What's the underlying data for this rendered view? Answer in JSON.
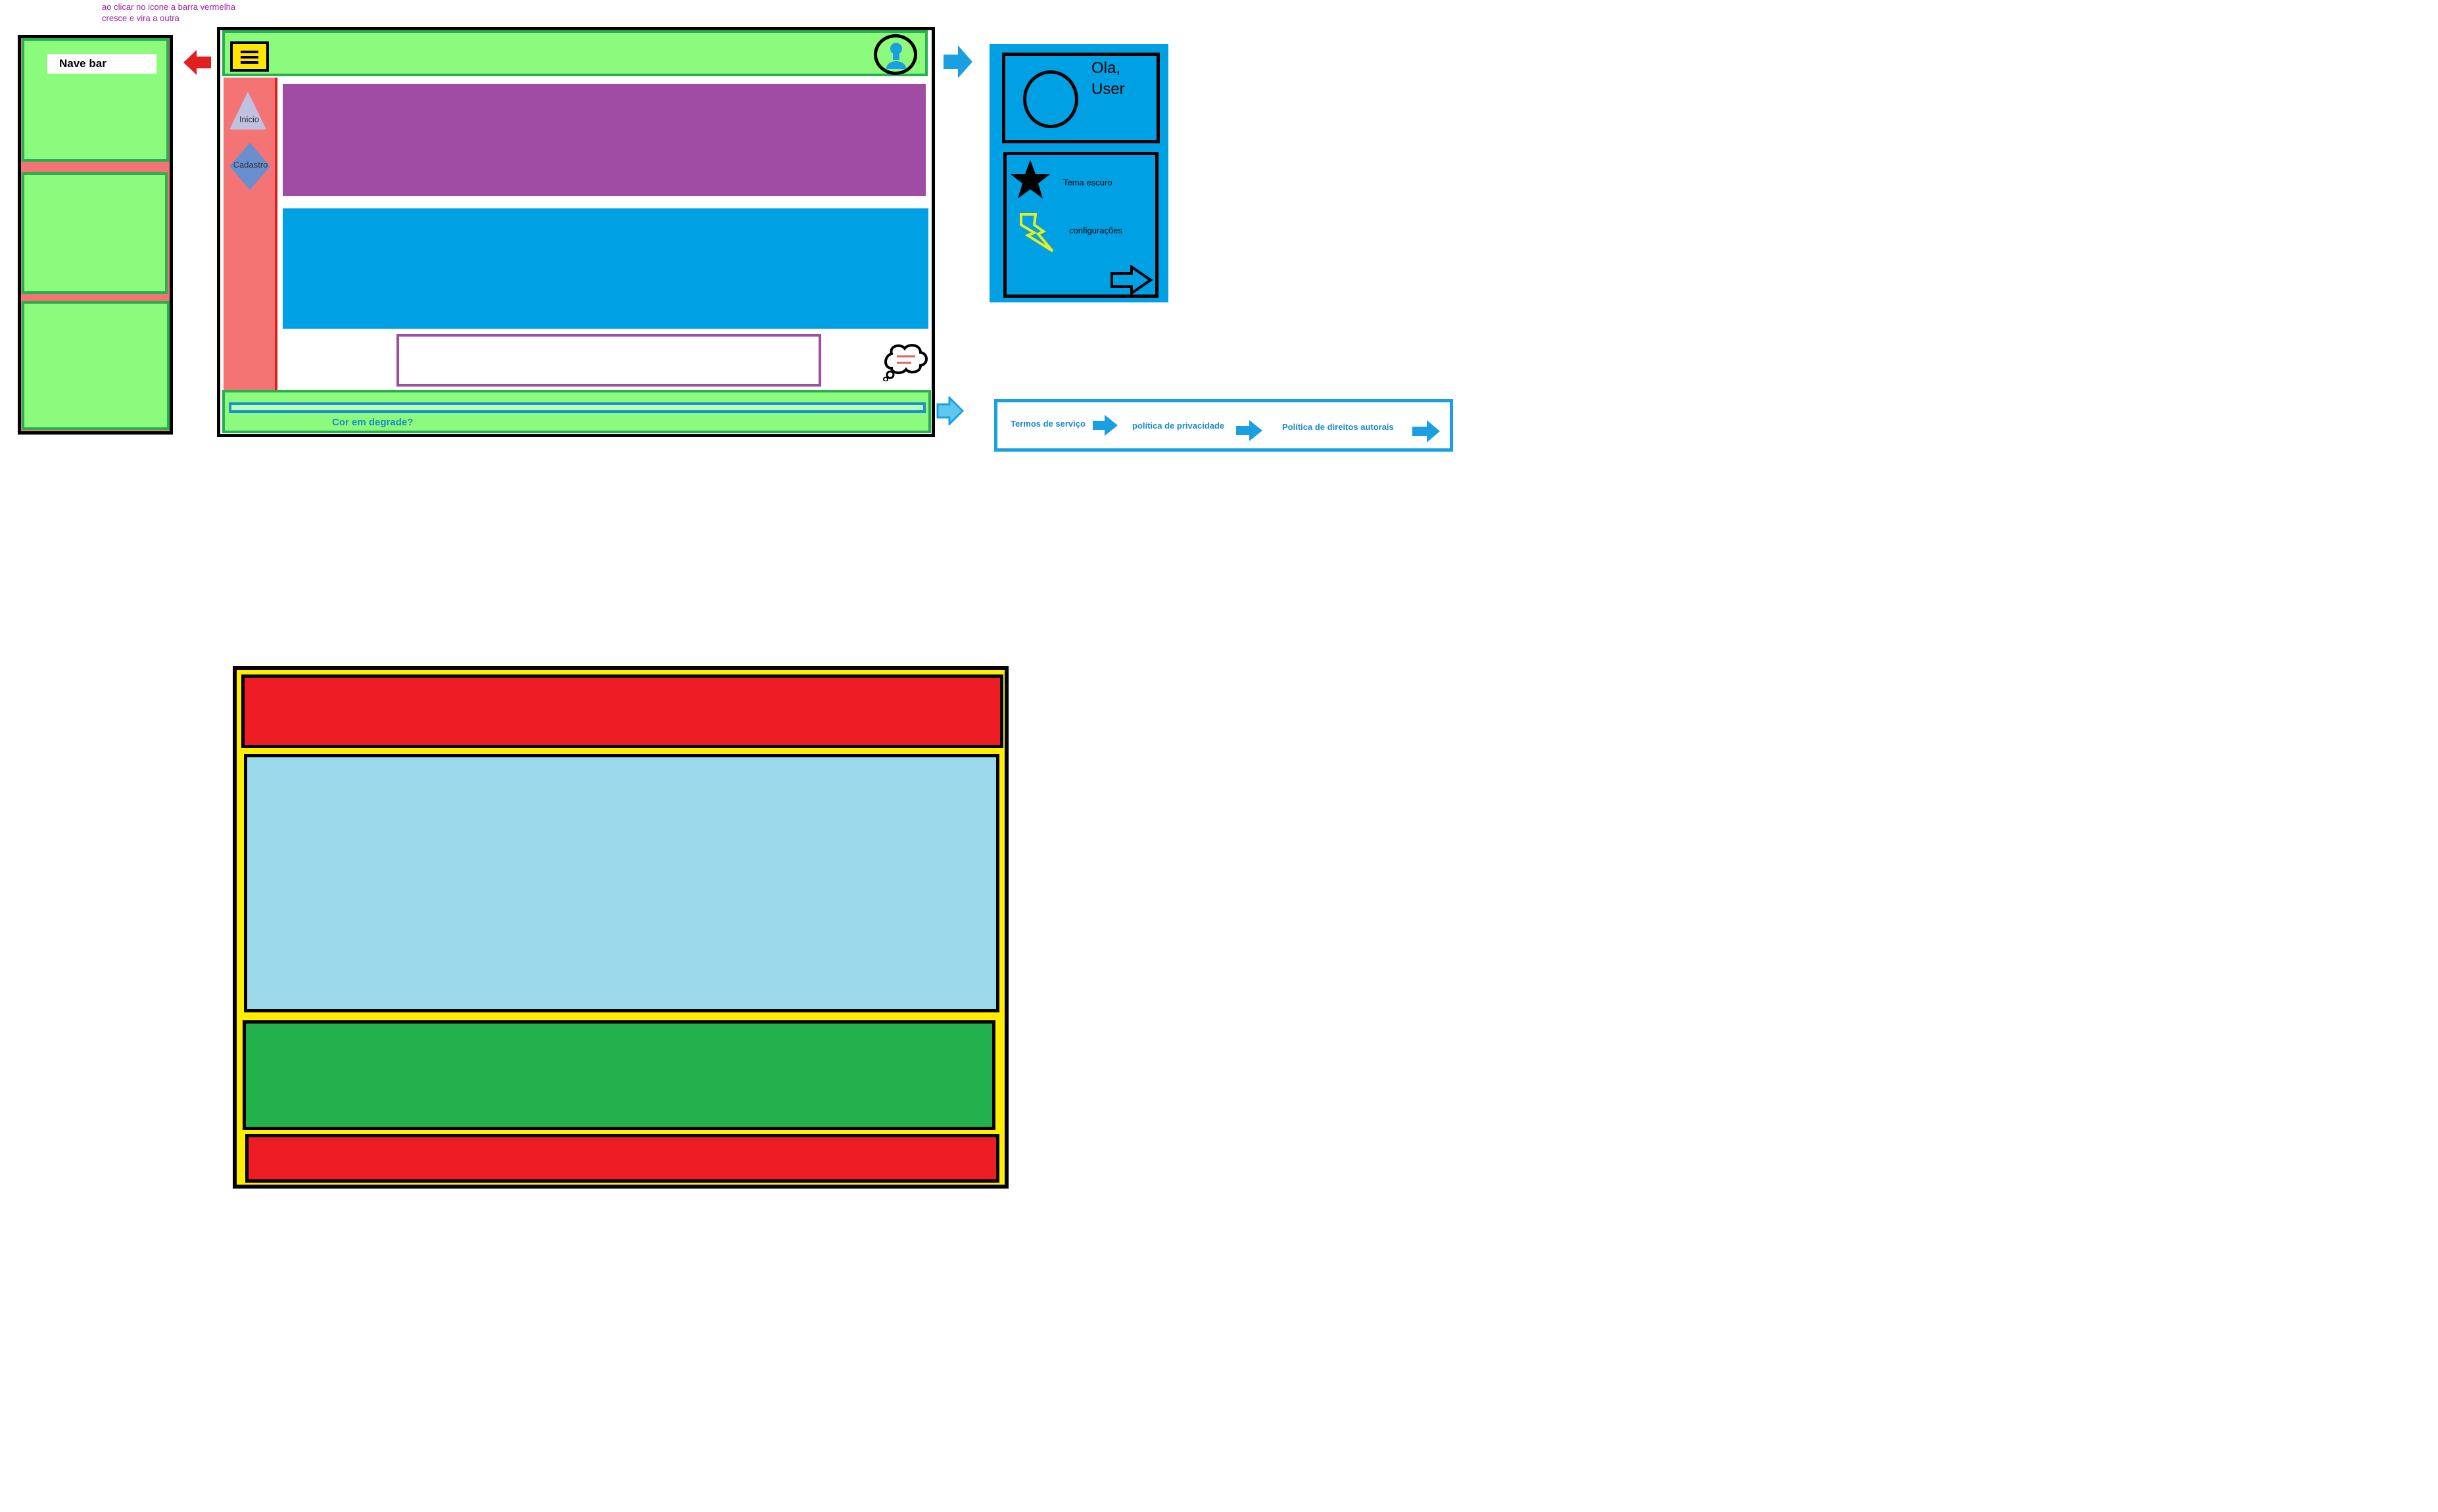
{
  "note": {
    "line1": "ao clicar no icone a barra vermelha",
    "line2": "cresce e vira a outra"
  },
  "nav_panel": {
    "label": "Nave bar"
  },
  "sidebar": {
    "inicio_label": "Inicio",
    "cadastro_label": "Cadastro"
  },
  "footer": {
    "text": "Cor em degrade?"
  },
  "user_panel": {
    "greeting_line1": "Ola,",
    "greeting_line2": "User",
    "dark_theme_label": "Tema escuro",
    "settings_label": "configurações"
  },
  "links": {
    "terms": "Termos de serviço",
    "privacy": "política de privacidade",
    "copyright": "Política de direitos autorais"
  },
  "colors": {
    "green": "#8cfa7c",
    "red": "#f47373",
    "purple": "#a04ba4",
    "blue": "#00a0e4",
    "yellow": "#ffee00"
  },
  "icons": {
    "menu": "hamburger-icon",
    "avatar": "user-icon",
    "home": "triangle-icon",
    "register": "diamond-icon",
    "chat": "cloud-bubble-icon",
    "dark_theme": "star-icon",
    "settings": "lightning-icon",
    "logout": "arrow-right-icon"
  }
}
